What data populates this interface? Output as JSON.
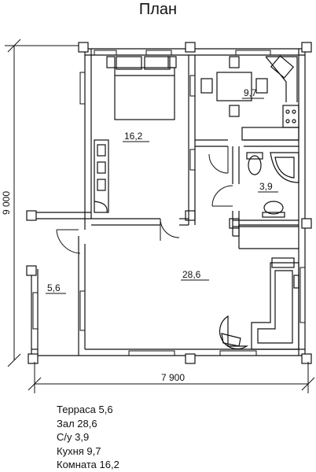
{
  "title": "План",
  "dimensions": {
    "width": "7 900",
    "height": "9 000"
  },
  "rooms": {
    "bedroom": "16,2",
    "kitchen": "9,7",
    "bathroom": "3,9",
    "hall": "28,6",
    "terrace": "5,6"
  },
  "legend": [
    "Терраса 5,6",
    "Зал 28,6",
    "С/у 3,9",
    "Кухня 9,7",
    "Комната 16,2"
  ]
}
